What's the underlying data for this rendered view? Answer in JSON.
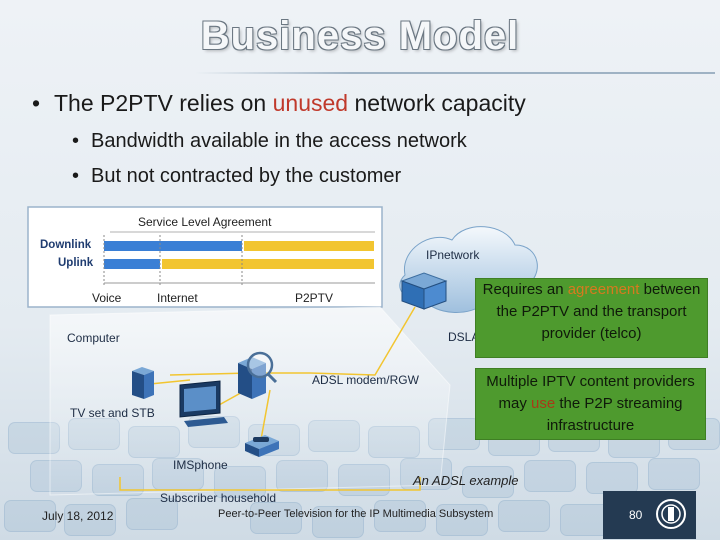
{
  "slide": {
    "title": "Business Model",
    "bullet1": {
      "pre": "The P2PTV relies on ",
      "accent": "unused",
      "post": " network capacity"
    },
    "sub_bullets": [
      "Bandwidth available in the access network",
      "But not contracted by the customer"
    ]
  },
  "diagram": {
    "sla_title": "Service Level Agreement",
    "downlink": "Downlink",
    "uplink": "Uplink",
    "voice": "Voice",
    "internet": "Internet",
    "p2ptv": "P2PTV",
    "ip_network": "IPnetwork",
    "computer": "Computer",
    "dslam": "DSLA",
    "adsl_modem": "ADSL modem/RGW",
    "tv_stb": "TV set and STB",
    "ims_phone": "IMSphone",
    "household": "Subscriber household"
  },
  "callouts": {
    "c1": {
      "pre": "Requires an ",
      "accent": "agreement",
      "post": " between the P2PTV and the transport provider (telco)"
    },
    "c2": {
      "pre": "Multiple IPTV content providers may ",
      "accent": "use",
      "post": " the P2P streaming infrastructure"
    }
  },
  "caption": "An ADSL example",
  "footer": {
    "date": "July 18, 2012",
    "center": "Peer-to-Peer Television for the IP Multimedia Subsystem",
    "page": "80"
  },
  "colors": {
    "accent": "#c0392b",
    "callout_green": "#4e9a2e",
    "downlink_blue": "#3a7fd5",
    "p2ptv_yellow": "#f2c530",
    "footer_box": "#243a52"
  }
}
